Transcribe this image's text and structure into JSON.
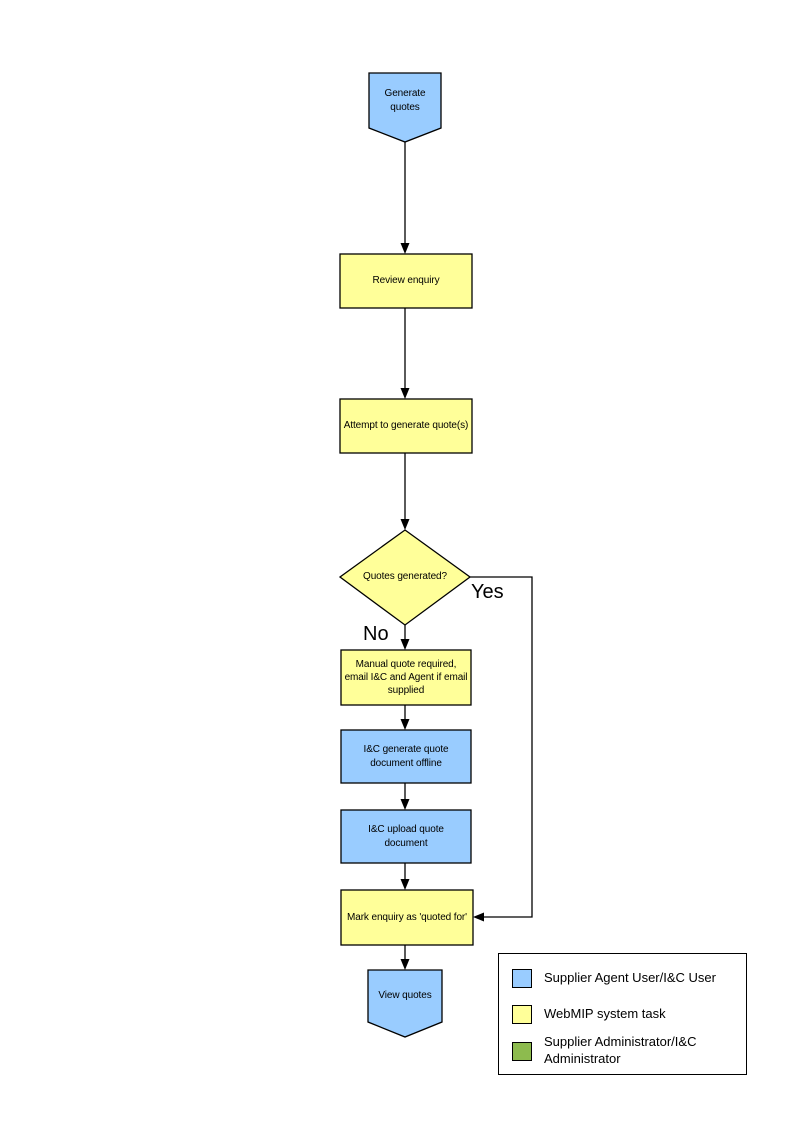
{
  "page": {
    "background": "#FFFFFF"
  },
  "colors": {
    "agent_user_fill": "#99CCFF",
    "system_task_fill": "#FFFF99",
    "admin_fill": "#8DBB4E",
    "line": "#000000"
  },
  "nodes": {
    "start": {
      "label": "Generate quotes",
      "shape": "pentagon-down",
      "role": "agent_user"
    },
    "review_enquiry": {
      "label": "Review enquiry",
      "shape": "rect",
      "role": "system_task"
    },
    "attempt_generate": {
      "label": "Attempt to generate quote(s)",
      "shape": "rect",
      "role": "system_task"
    },
    "quotes_generated": {
      "label": "Quotes generated?",
      "shape": "diamond",
      "role": "system_task"
    },
    "manual_quote": {
      "label": "Manual quote required, email I&C and Agent if email supplied",
      "shape": "rect",
      "role": "system_task"
    },
    "ic_generate_offline": {
      "label": "I&C generate quote document offline",
      "shape": "rect",
      "role": "agent_user"
    },
    "ic_upload": {
      "label": "I&C upload quote document",
      "shape": "rect",
      "role": "agent_user"
    },
    "mark_quoted": {
      "label": "Mark enquiry as 'quoted for'",
      "shape": "rect",
      "role": "system_task"
    },
    "end": {
      "label": "View quotes",
      "shape": "pentagon-down",
      "role": "agent_user"
    }
  },
  "branches": {
    "yes": "Yes",
    "no": "No"
  },
  "legend": {
    "items": [
      {
        "label": "Supplier Agent User/I&C User",
        "color": "#99CCFF"
      },
      {
        "label": "WebMIP system task",
        "color": "#FFFF99"
      },
      {
        "label": "Supplier Administrator/I&C Administrator",
        "color": "#8DBB4E"
      }
    ]
  }
}
